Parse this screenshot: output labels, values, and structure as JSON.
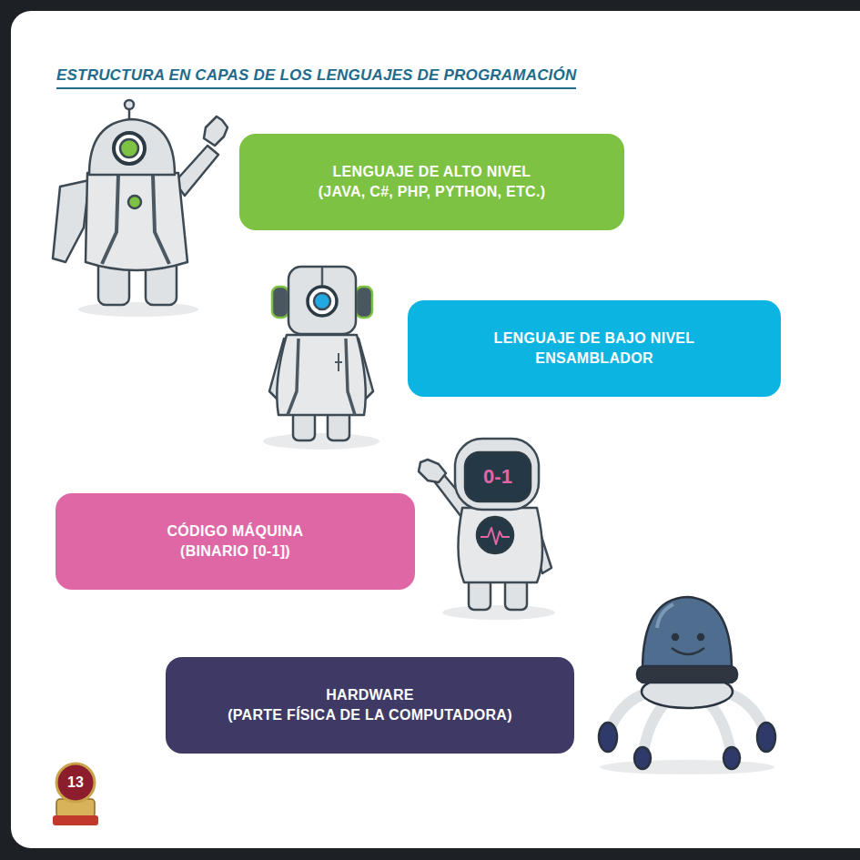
{
  "diagram": {
    "title": "ESTRUCTURA EN CAPAS DE LOS LENGUAJES DE PROGRAMACIÓN",
    "nodes": [
      {
        "text": [
          "LENGUAJE DE ALTO NIVEL (JAVA, C#, PHP, PYTHON, ETC.)"
        ]
      },
      {
        "text": [
          "LENGUAJE DE BAJO NIVEL ENSAMBLADOR"
        ]
      },
      {
        "text": [
          "CÓDIGO MÁQUINA (BINARIO [0-1])"
        ]
      },
      {
        "text": [
          "HARDWARE (PARTE FÍSICA DE LA COMPUTADORA)"
        ]
      }
    ],
    "labels": [
      "0-1",
      "13"
    ]
  }
}
